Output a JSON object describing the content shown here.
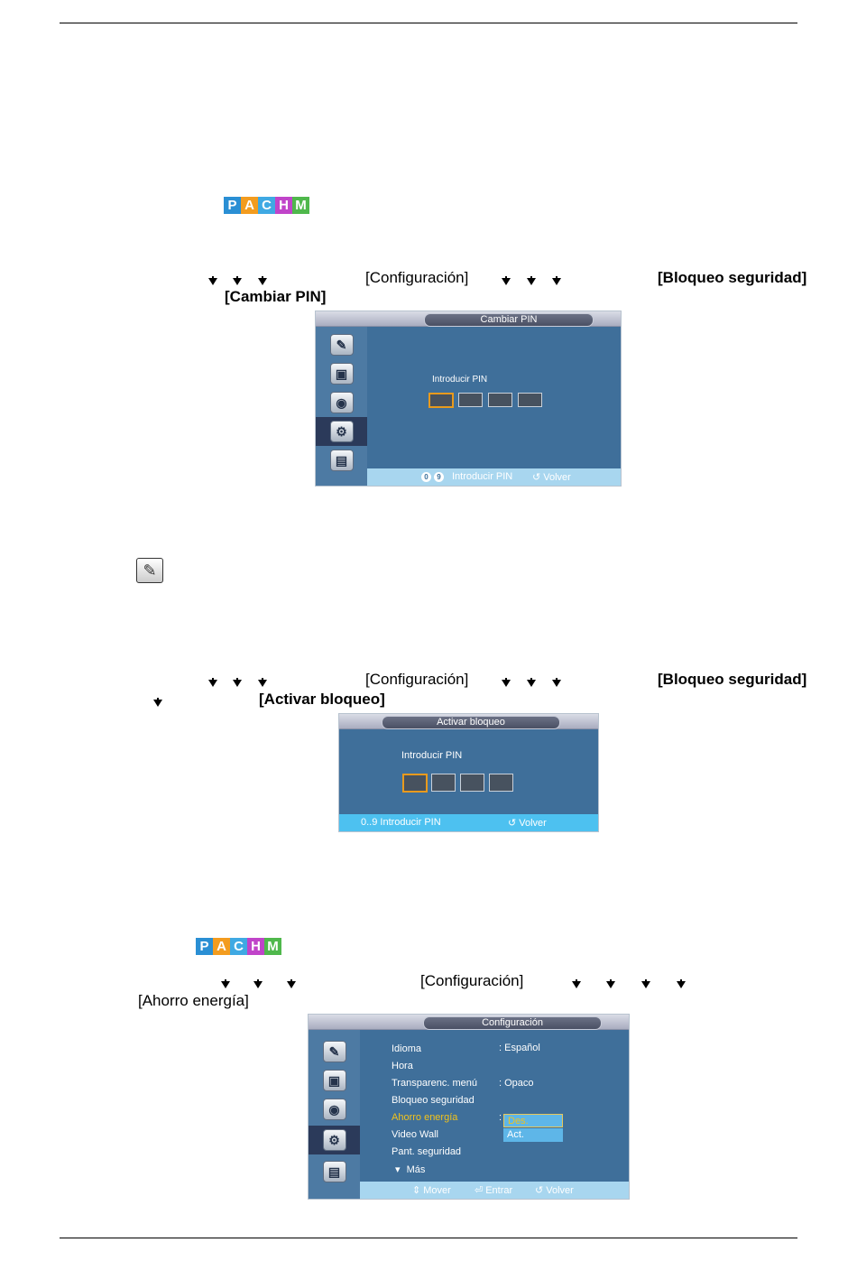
{
  "section1": {
    "menu_path": [
      "[Configuración]",
      "[Bloqueo seguridad]",
      "[Cambiar PIN]"
    ],
    "window": {
      "title": "Cambiar PIN",
      "pin_label": "Introducir PIN",
      "footer_digits": [
        "0",
        "9"
      ],
      "footer_enter": "Introducir PIN",
      "footer_back": "Volver"
    }
  },
  "section2": {
    "menu_path": [
      "[Configuración]",
      "[Bloqueo seguridad]",
      "[Activar bloqueo]"
    ],
    "window": {
      "title": "Activar bloqueo",
      "pin_label": "Introducir PIN",
      "footer_enter": "0..9 Introducir PIN",
      "footer_back": "Volver"
    }
  },
  "section3": {
    "menu_path": [
      "[Configuración]",
      "[Ahorro energía]"
    ],
    "window": {
      "title": "Configuración",
      "items": [
        {
          "label": "Idioma",
          "value": ": Español"
        },
        {
          "label": "Hora",
          "value": ""
        },
        {
          "label": "Transparenc. menú",
          "value": ": Opaco"
        },
        {
          "label": "Bloqueo seguridad",
          "value": ""
        },
        {
          "label": "Ahorro energía",
          "value": ":"
        },
        {
          "label": "Video Wall",
          "value": ""
        },
        {
          "label": "Pant. seguridad",
          "value": ""
        },
        {
          "label": "Más",
          "value": ""
        }
      ],
      "dropdown": [
        "Des.",
        "Act."
      ],
      "footer": [
        "Mover",
        "Entrar",
        "Volver"
      ]
    }
  },
  "badge_letters": [
    "P",
    "A",
    "C",
    "H",
    "M"
  ]
}
